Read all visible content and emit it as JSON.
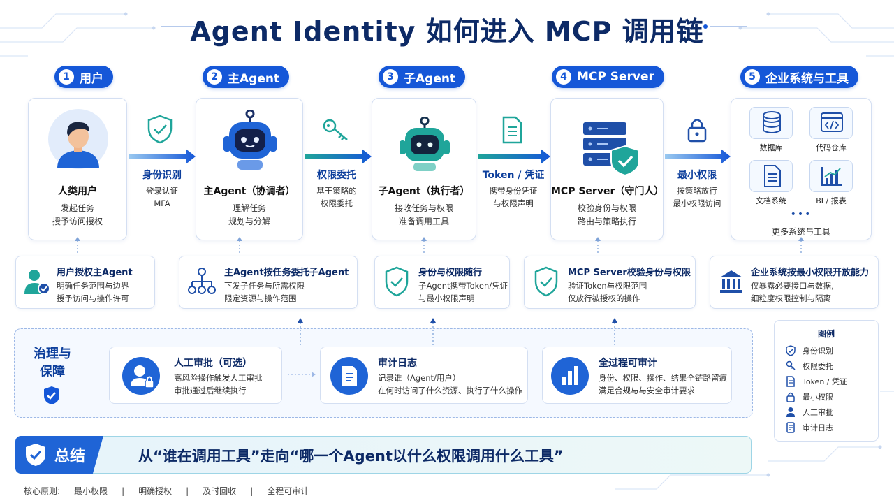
{
  "title": "Agent Identity 如何进入 MCP 调用链",
  "stages": [
    {
      "num": "1",
      "label": "用户",
      "name": "人类用户",
      "desc1": "发起任务",
      "desc2": "授予访问授权"
    },
    {
      "num": "2",
      "label": "主Agent",
      "name": "主Agent（协调者）",
      "desc1": "理解任务",
      "desc2": "规划与分解"
    },
    {
      "num": "3",
      "label": "子Agent",
      "name": "子Agent（执行者）",
      "desc1": "接收任务与权限",
      "desc2": "准备调用工具"
    },
    {
      "num": "4",
      "label": "MCP Server",
      "name": "MCP Server（守门人）",
      "desc1": "校验身份与权限",
      "desc2": "路由与策略执行"
    },
    {
      "num": "5",
      "label": "企业系统与工具"
    }
  ],
  "arrows": [
    {
      "label": "身份识别",
      "sub1": "登录认证",
      "sub2": "MFA"
    },
    {
      "label": "权限委托",
      "sub1": "基于策略的",
      "sub2": "权限委托"
    },
    {
      "label": "Token / 凭证",
      "sub1": "携带身份凭证",
      "sub2": "与权限声明"
    },
    {
      "label": "最小权限",
      "sub1": "按策略放行",
      "sub2": "最小权限访问"
    }
  ],
  "systems": {
    "db": "数据库",
    "repo": "代码仓库",
    "docs": "文档系统",
    "bi": "BI / 报表",
    "dots": "•••",
    "more": "更多系统与工具"
  },
  "info": [
    {
      "head": "用户授权主Agent",
      "line1": "明确任务范围与边界",
      "line2": "授予访问与操作许可"
    },
    {
      "head": "主Agent按任务委托子Agent",
      "line1": "下发子任务与所需权限",
      "line2": "限定资源与操作范围"
    },
    {
      "head": "身份与权限随行",
      "line1": "子Agent携带Token/凭证",
      "line2": "与最小权限声明"
    },
    {
      "head": "MCP Server校验身份与权限",
      "line1": "验证Token与权限范围",
      "line2": "仅放行被授权的操作"
    },
    {
      "head": "企业系统按最小权限开放能力",
      "line1": "仅暴露必要接口与数据,",
      "line2": "细粒度权限控制与隔离"
    }
  ],
  "governance": {
    "title1": "治理与",
    "title2": "保障",
    "cards": [
      {
        "head": "人工审批（可选）",
        "line1": "高风险操作触发人工审批",
        "line2": "审批通过后继续执行"
      },
      {
        "head": "审计日志",
        "line1": "记录谁（Agent/用户）",
        "line2": "在何时访问了什么资源、执行了什么操作"
      },
      {
        "head": "全过程可审计",
        "line1": "身份、权限、操作、结果全链路留痕",
        "line2": "满足合规与与安全审计要求"
      }
    ]
  },
  "legend": {
    "title": "图例",
    "items": [
      "身份识别",
      "权限委托",
      "Token / 凭证",
      "最小权限",
      "人工审批",
      "审计日志"
    ]
  },
  "summary": {
    "tag": "总结",
    "text": "从“谁在调用工具”走向“哪一个Agent以什么权限调用什么工具”"
  },
  "footer": {
    "prefix": "核心原则:",
    "principles": [
      "最小权限",
      "明确授权",
      "及时回收",
      "全程可审计"
    ],
    "sep": "|"
  },
  "colors": {
    "primary": "#1557d8",
    "dark": "#0d2a66",
    "teal": "#1fa59a",
    "border": "#d4dff2"
  }
}
